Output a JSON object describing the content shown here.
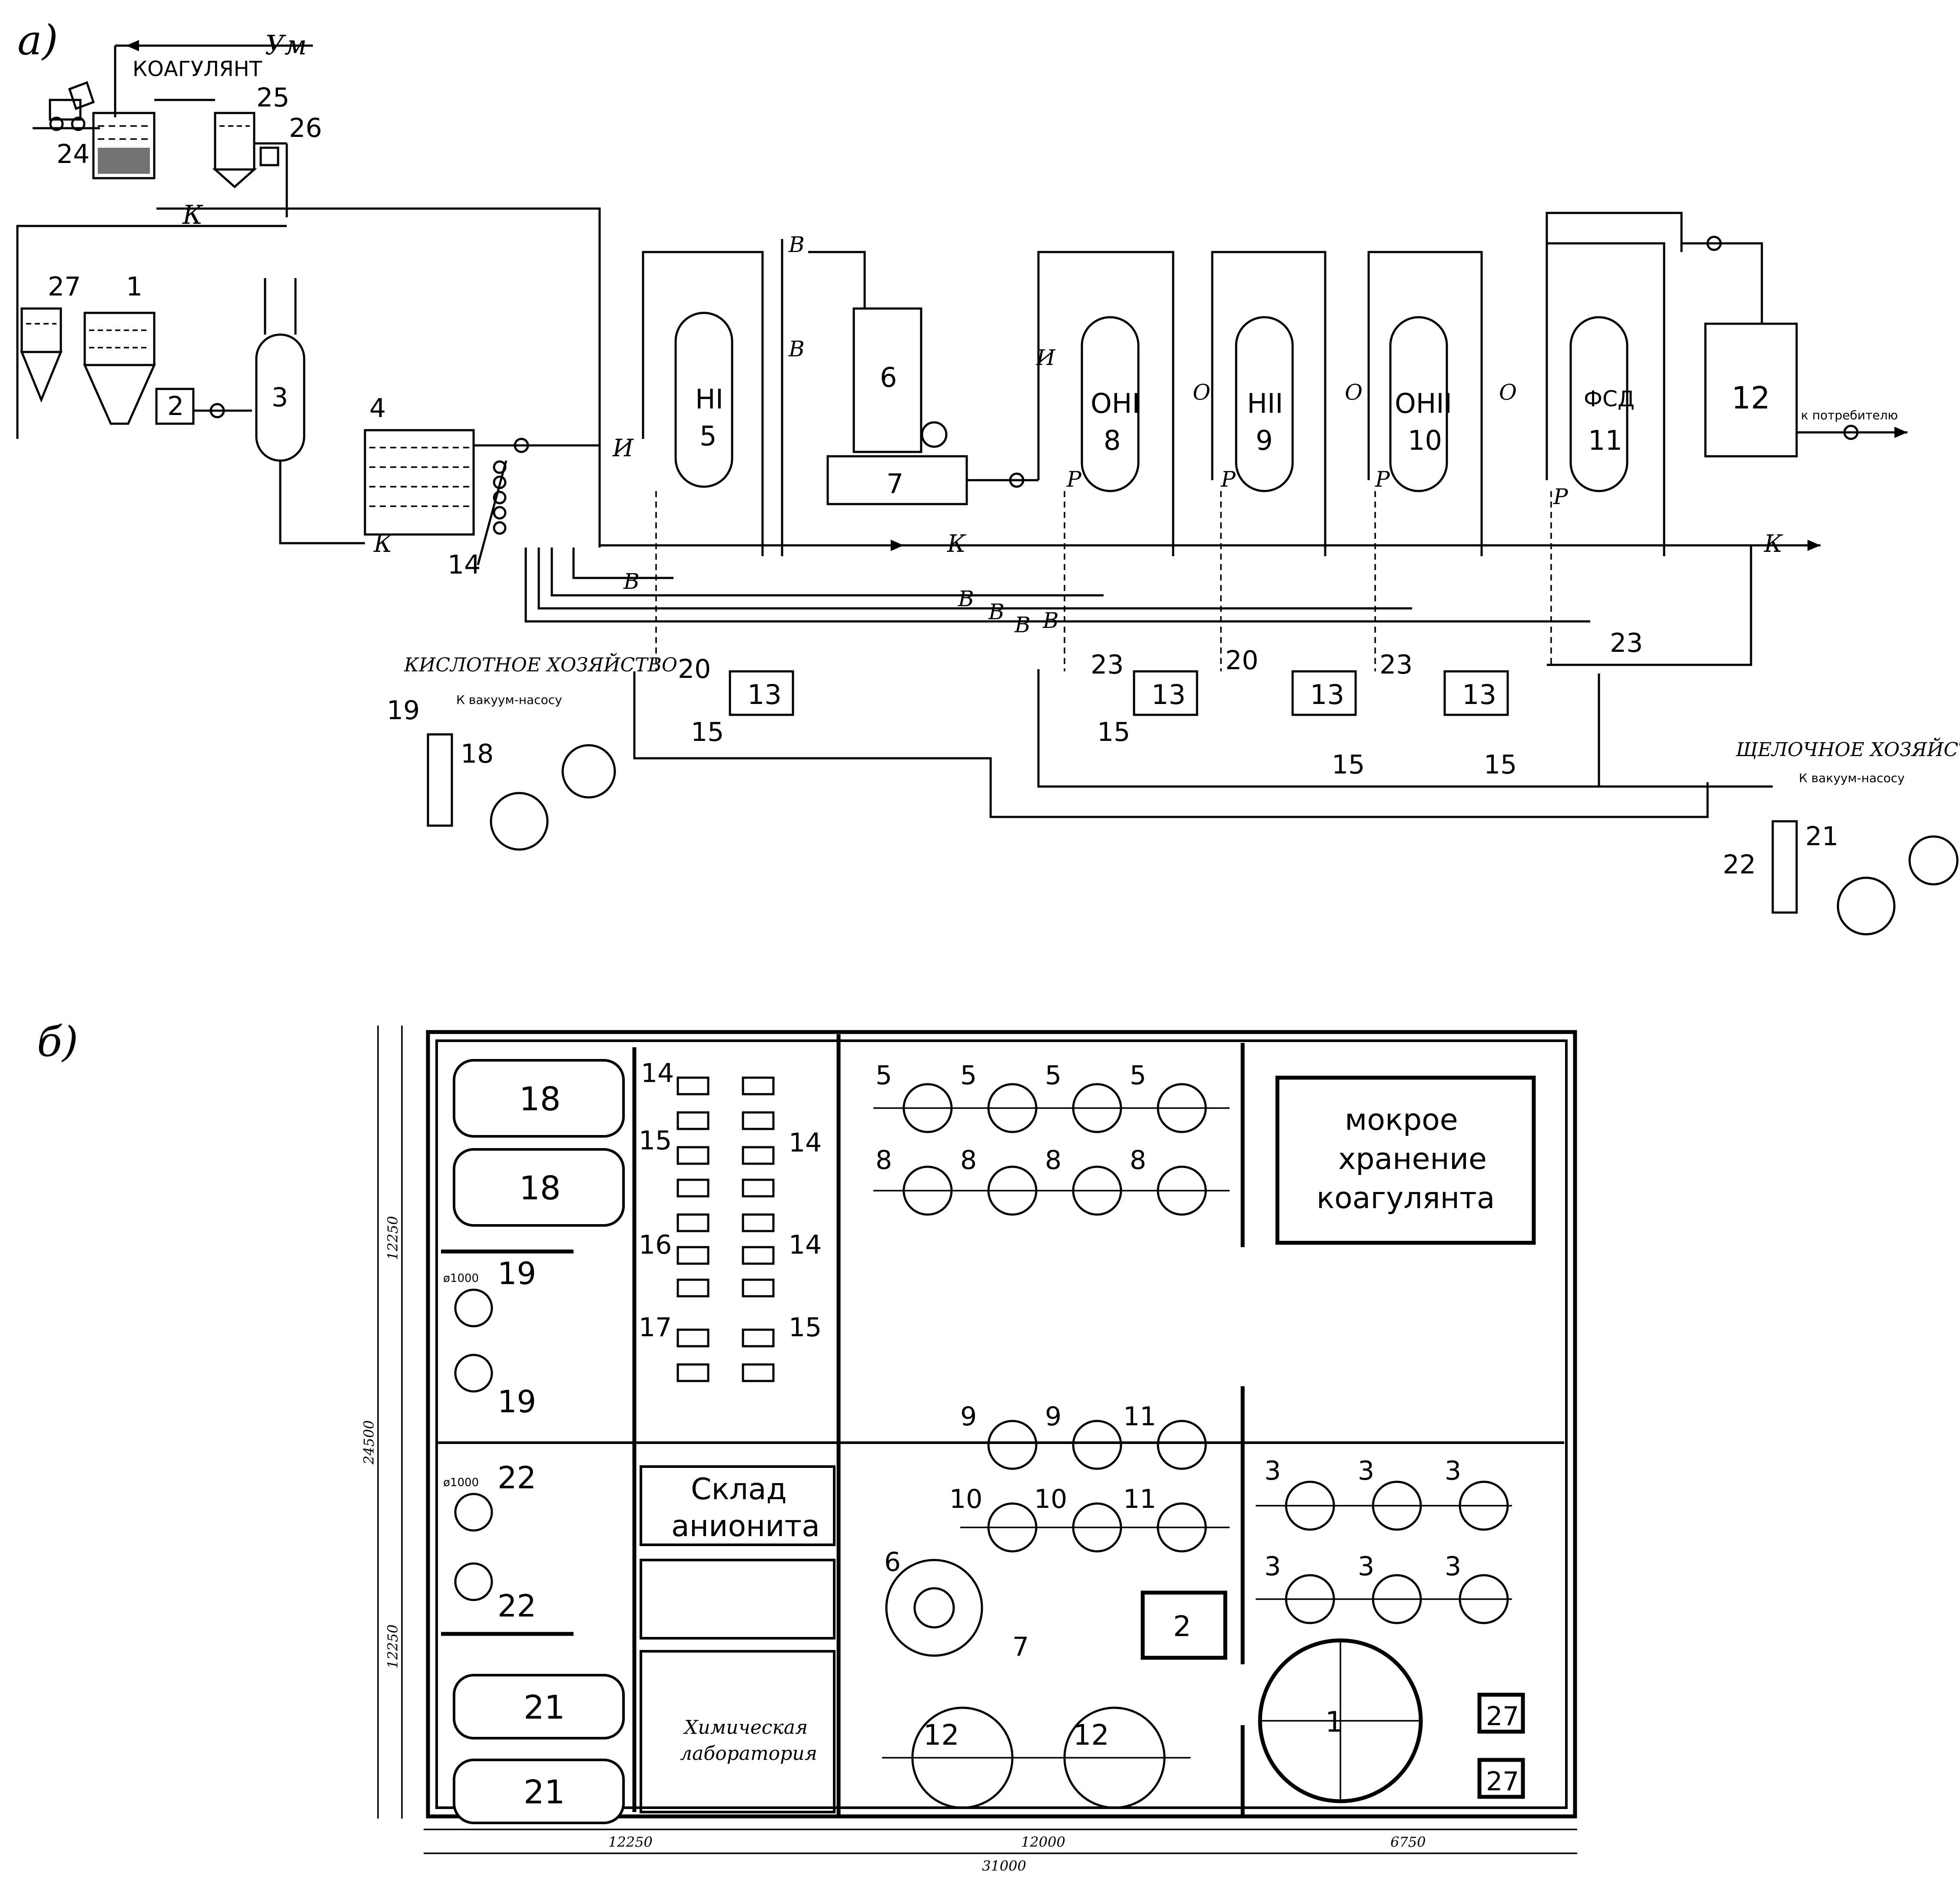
{
  "part_a": {
    "label": "а)",
    "coagulant": "КОАГУЛЯНТ",
    "um": "Ум",
    "acid_title": "КИСЛОТНОЕ ХОЗЯЙСТВО",
    "alkali_title": "ЩЕЛОЧНОЕ ХОЗЯЙСТВО",
    "vacuum_label": "К вакуум-насосу",
    "consumer_label": "к потребителю",
    "line_k": "К",
    "line_i": "И",
    "line_v": "В",
    "line_o": "О",
    "line_r": "Р",
    "filters": [
      {
        "code": "НI",
        "num": "5"
      },
      {
        "code": "ОНI",
        "num": "8"
      },
      {
        "code": "НII",
        "num": "9"
      },
      {
        "code": "ОНII",
        "num": "10"
      },
      {
        "code": "ФСД",
        "num": "11"
      }
    ],
    "nums": {
      "n1": "1",
      "n2": "2",
      "n3": "3",
      "n4": "4",
      "n6": "6",
      "n7": "7",
      "n12": "12",
      "n13": "13",
      "n14": "14",
      "n15": "15",
      "n18": "18",
      "n19": "19",
      "n20": "20",
      "n21": "21",
      "n22": "22",
      "n23": "23",
      "n24": "24",
      "n25": "25",
      "n26": "26",
      "n27": "27"
    }
  },
  "part_b": {
    "label": "б)",
    "coag_storage": [
      "мокрое",
      "хранение",
      "коагулянта"
    ],
    "anion_store": [
      "Склад",
      "анионита"
    ],
    "lab": [
      "Химическая",
      "лаборатория"
    ],
    "dim_total": "31000",
    "dim_1": "12250",
    "dim_2": "12000",
    "dim_3": "6750",
    "dim_h": "24500",
    "dim_h1": "12250",
    "dim_h2": "12250",
    "diam": "ø1000"
  }
}
